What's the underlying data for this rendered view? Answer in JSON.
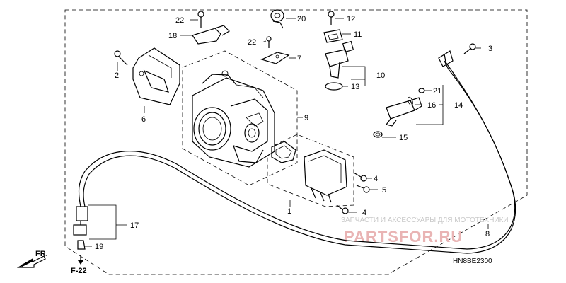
{
  "diagram": {
    "callouts": [
      {
        "id": "c22a",
        "text": "22"
      },
      {
        "id": "c20",
        "text": "20"
      },
      {
        "id": "c12",
        "text": "12"
      },
      {
        "id": "c18",
        "text": "18"
      },
      {
        "id": "c11",
        "text": "11"
      },
      {
        "id": "c22b",
        "text": "22"
      },
      {
        "id": "c3",
        "text": "3"
      },
      {
        "id": "c7",
        "text": "7"
      },
      {
        "id": "c2",
        "text": "2"
      },
      {
        "id": "c10",
        "text": "10"
      },
      {
        "id": "c13",
        "text": "13"
      },
      {
        "id": "c21",
        "text": "21"
      },
      {
        "id": "c6",
        "text": "6"
      },
      {
        "id": "c16",
        "text": "16"
      },
      {
        "id": "c14",
        "text": "14"
      },
      {
        "id": "c9",
        "text": "9"
      },
      {
        "id": "c15",
        "text": "15"
      },
      {
        "id": "c4a",
        "text": "4"
      },
      {
        "id": "c5",
        "text": "5"
      },
      {
        "id": "c1",
        "text": "1"
      },
      {
        "id": "c4b",
        "text": "4"
      },
      {
        "id": "c17",
        "text": "17"
      },
      {
        "id": "c8",
        "text": "8"
      },
      {
        "id": "c19",
        "text": "19"
      }
    ],
    "front_marker": "FR.",
    "section_ref": "F-22",
    "drawing_code": "HN8BE2300"
  },
  "watermark": {
    "tagline": "ЗАПЧАСТИ И АКСЕССУАРЫ ДЛЯ МОТОТЕХНИКИ",
    "brand": "PARTSFOR.RU"
  }
}
